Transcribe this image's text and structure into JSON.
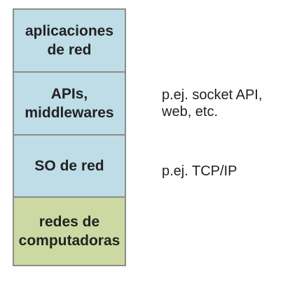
{
  "colors": {
    "upper_layers_fill": "#bedde6",
    "bottom_layer_fill": "#cdd9a2",
    "border": "#8c8c8c",
    "text": "#222222"
  },
  "layers": [
    {
      "lines": [
        "aplicaciones",
        "de red"
      ]
    },
    {
      "lines": [
        "APIs,",
        "middlewares"
      ]
    },
    {
      "lines": [
        "SO de red"
      ]
    },
    {
      "lines": [
        "redes de",
        "computadoras"
      ]
    }
  ],
  "annotations": [
    {
      "lines": [
        "p.ej. socket API,",
        "web, etc."
      ]
    },
    {
      "lines": [
        "p.ej. TCP/IP"
      ]
    }
  ]
}
